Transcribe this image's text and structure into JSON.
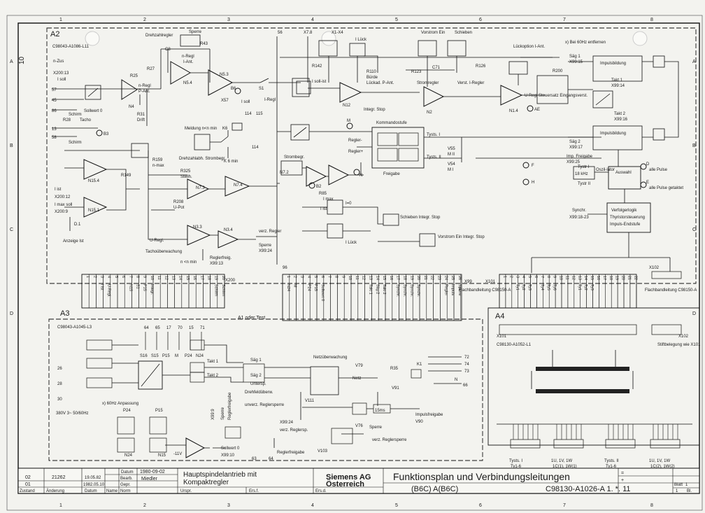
{
  "frame": {
    "col_numbers": [
      "1",
      "2",
      "3",
      "4",
      "5",
      "6",
      "7",
      "8"
    ],
    "row_letters": [
      "A",
      "B",
      "C",
      "D"
    ],
    "side_number": "10"
  },
  "sections": {
    "a2": "A2",
    "a3": "A3",
    "a4": "A4",
    "a1_or_test": "A1 oder Test"
  },
  "top_left": {
    "ref": "C98043-A1086-L11",
    "n_zus": "n-Zus",
    "x200_13": "X200:13",
    "isoll": "I soll",
    "schirm": "Schirm",
    "tacho": "Tacho",
    "anzeige_ist": "Anzeige Ist",
    "n15_4": "N15.4",
    "n15_1": "N15.1",
    "r149": "R149",
    "i_ist": "I ist",
    "x200_12": "X200:12",
    "imax_soll": "I max soll",
    "x200_9": "X200:9",
    "d1": "D.1",
    "b3": "B3",
    "terms": [
      "57",
      "45",
      "86",
      "13",
      "58"
    ],
    "r28": "R28",
    "sollwert0": "Sollwert 0"
  },
  "regler": {
    "drehzahlregler": "Drehzahlregler",
    "sperre": "Sperre",
    "c8": "C8",
    "r43": "R43",
    "n_regl": "n-Regl",
    "i_anteil": "I-Ant.",
    "p_anteil": "P-Ant.",
    "n5_4": "N5.4",
    "n5_3": "N5.3",
    "b6": "B6",
    "s1": "S1",
    "x57": "X57",
    "isoll": "I soll",
    "i_regl": "I-Regl",
    "r25": "R25",
    "r27": "R27",
    "n4": "N4",
    "r31": "R31",
    "drift": "Drift",
    "meldung": "Meldung n<n min",
    "k6": "K6",
    "r159": "R159",
    "n_max": "n-max",
    "drehzahlabh": "Drehzahlabh. Strombegr.",
    "r325": "R325",
    "steilh": "Steilh.",
    "r208": "R208",
    "u_pot": "U-Pot",
    "n7_3": "N7.3",
    "n7_4": "N7.4",
    "n3_3": "N3.3",
    "n3_4": "N3.4",
    "u_regl": "U-Regl.",
    "tacho_ueb": "Tachoüberwachung",
    "n_nmin": "n <n min",
    "verz_regler": "verz. Regler",
    "sperre2": "Sperre",
    "x99_24": "X99:24",
    "reglerfreig": "Reglerfreig.",
    "x99_13": "X99:13",
    "t114": "114",
    "t115": "115",
    "kmin": "K 6 min"
  },
  "strom": {
    "t56": "56",
    "x7_8": "X7.8",
    "x1_x4": "X1-X4",
    "luck": "I Lück",
    "r142": "R142",
    "isoll_ist": "I soll-ist",
    "r110": "R110",
    "burde": "Bürde",
    "lueckad": "Lückad. P-Ant.",
    "n12": "N12",
    "integr_stop": "Integr. Stop",
    "r123": "R123",
    "c71": "C71",
    "stromregler": "Stromregler",
    "verst_iregler": "Verst. I-Regler",
    "n2": "N2",
    "vorstrom_ein": "Vorstrom Ein",
    "schieben": "Schieben",
    "lueckoption": "Lückoption I-Ant.",
    "r126": "R126",
    "u_regl": "U Regl",
    "ae": "AE",
    "n1_4": "N1.4",
    "strombegr": "Strombegr.",
    "n7_2": "N7.2",
    "r85": "R85",
    "imax": "I max",
    "b2": "B2",
    "i0": "I=0",
    "ist": "I ist",
    "iluck": "I Lück",
    "schieben_integr": "Schieben Integr. Stop",
    "vorstrom_integr": "Vorstrom Ein Integr. Stop",
    "t96": "96",
    "n": "N",
    "m": "M",
    "kommandostufe": "Kommandostufe",
    "regler_minus": "Regler-",
    "regler_plus": "Regler+",
    "freigabe": "Freigabe",
    "tysts_1": "Tysts. I",
    "tysts_2": "Tysts. II",
    "v55": "V55",
    "mii": "M II",
    "v54": "V54",
    "mi": "M I"
  },
  "impuls": {
    "note": "x) Bei 60Hz entfernen",
    "r200": "R200",
    "steuersatz": "Steuersatz Eingangsverst.",
    "sag1": "Säg 1",
    "x99_15": "X99:15",
    "impulsbildung1": "Impulsbildung",
    "takt1": "Takt 1",
    "x99_14": "X99:14",
    "takt2": "Takt 2",
    "x99_16": "X99:16",
    "sag2": "Säg 2",
    "x99_17": "X99:17",
    "impulsbildung2": "Impulsbildung",
    "imp_freigabe": "Imp. Freigabe",
    "x99_25": "X99:25",
    "oszillator": "Oszil-lator",
    "osz_freq": "18 kHz",
    "auswahl": "Auswahl",
    "alle_pulse": "alle Pulse",
    "alle_pulse_getaktet": "alle Pulse getaktet",
    "tystr1": "Tystr I",
    "tystr2": "Tystr II",
    "f": "F",
    "h": "H",
    "d": "D",
    "e": "E",
    "synchr": "Synchr.",
    "x99_18": "X99:18-23",
    "verfolger": "Verfolgerlogik",
    "thyristor": "Thyristorsteuerung",
    "impuls_endstufe": "Impuls-Endstufe",
    "x102": "X102"
  },
  "bus": {
    "x200": "X200",
    "x99": "X99",
    "x101": "X101",
    "x102": "X102",
    "flachband1": "Flachbandleitung C98150-A",
    "flachband2": "Flachbandleitung C98150-A",
    "x200_pins": [
      "1",
      "2",
      "3",
      "4",
      "5",
      "6",
      "7",
      "8",
      "9",
      "10",
      "11",
      "12",
      "13",
      "14",
      "15",
      "16",
      "17",
      "18",
      "19",
      "20"
    ],
    "x200_labels": [
      "",
      "",
      "I ist",
      "U-Regl.",
      "",
      "",
      "N15",
      "S1",
      "P15",
      "Integr.",
      "",
      "",
      "",
      "",
      "",
      "",
      "",
      "",
      "Schirm",
      "Schirm"
    ],
    "x99_pins": [
      "1",
      "2",
      "3",
      "4",
      "5",
      "6",
      "7",
      "8",
      "9",
      "10",
      "11",
      "12",
      "13",
      "14",
      "15",
      "16",
      "17",
      "18",
      "19",
      "20",
      "21",
      "22",
      "23",
      "24",
      "25",
      "26"
    ],
    "x99_labels": [
      "N24",
      "M",
      "",
      "P24",
      "P15",
      "Sollwert 0",
      "",
      "",
      "",
      "",
      "",
      "",
      "Takt 1",
      "Säg 2",
      "Takt 2",
      "",
      "Synchr.",
      "Synchr.",
      "Synchr.",
      "Synchr.",
      "",
      "",
      "",
      "Regler",
      "Impuls",
      "Sperre"
    ],
    "x101_pins": [
      "1",
      "2",
      "3",
      "4",
      "5",
      "6",
      "7",
      "8",
      "9",
      "10",
      "11",
      "12",
      "13",
      "14",
      "15",
      "16",
      "17",
      "18",
      "19",
      "20",
      "21",
      "22"
    ],
    "x101_labels": [
      "",
      "",
      "Ty1",
      "Ty2",
      "Ty3",
      "",
      "Ty4",
      "Ty5",
      "Ty6",
      "",
      "",
      "",
      "Ty1",
      "Ty2",
      "Ty3",
      "",
      "",
      "",
      "",
      "",
      "",
      ""
    ]
  },
  "a3": {
    "ref": "C98043-A1045-L3",
    "terms_top": [
      "64",
      "65",
      "17",
      "70",
      "15",
      "71"
    ],
    "pin_labels": [
      "S16",
      "S15",
      "P15",
      "M",
      "P24",
      "N24"
    ],
    "t26": "26",
    "t28": "28",
    "t30": "30",
    "anpassung": "x) 60Hz Anpassung",
    "netz": "380V 3~ 50/60Hz",
    "p24": "P24",
    "p15": "P15",
    "n24": "N24",
    "n15": "N15",
    "m11": "-11V",
    "takt1": "Takt 1",
    "takt2": "Takt 2",
    "sag1": "Säg 1",
    "sag2": "Säg 2",
    "untersp": "Untersp.",
    "drehfeld": "Drehfeldüberw.",
    "unverz": "unverz. Reglersperre",
    "netzueb": "Netzüberwachung",
    "v79": "V79",
    "netz_lbl": "Netz",
    "v111": "V111",
    "r35": "R35",
    "k1": "K1",
    "v91": "V91",
    "t72": "72",
    "t74": "74",
    "t73": "73",
    "t66": "66",
    "n_lbl": "N",
    "ms15": "15ms",
    "impulsfreigabe": "Impulsfreigabe",
    "v90": "V90",
    "v76": "V76",
    "sperre": "Sperre",
    "x99_24": "X99:24",
    "verz_reglersp": "verz. Reglersp.",
    "verz_reglersperre": "verz. Reglersperre",
    "v103": "V103",
    "sollwert0": "Sollwert 0",
    "x99_10": "X99:10",
    "reglerfreigabe": "Reglerfreigabe",
    "sperre_lbl": "Sperre",
    "reglerfreigabe_v": "Reglerfreigabe",
    "x99_9": "X99:9",
    "t63": "63",
    "t64": "64"
  },
  "a4": {
    "x101": "X101",
    "ref": "C98130-A1052-L1",
    "x102": "X102",
    "stiftbelegung": "Stiftbelegung wie X101",
    "out1_top": "Tysts. I",
    "out1_bot": "Ty1-6",
    "out2_top": "1U, 1V, 1W",
    "out2_bot": "1C(1), 1W(1)",
    "out3_top": "Tysts. II",
    "out3_bot": "Ty1-6",
    "out4_top": "1U, 1V, 1W",
    "out4_bot": "1C(2), 1W(2)"
  },
  "title_block": {
    "rev_rows": [
      {
        "rev": "02",
        "change": "21262",
        "date": "19.05.82",
        "name": ""
      },
      {
        "rev": "01",
        "change": "",
        "date": "1982.05.10",
        "name": ""
      }
    ],
    "col_zustand": "Zustand",
    "col_aenderung": "Änderung",
    "col_datum": "Datum",
    "col_name": "Name",
    "hdr_datum": "Datum",
    "datum_value": "1980-09-02",
    "bearb": "Bearb.",
    "bearb_name": "Miedler",
    "gepr": "Gepr.",
    "norm": "Norm",
    "title_line1": "Hauptspindelantrieb mit",
    "title_line2": "Kompaktregler",
    "urspr": "Urspr.",
    "ers_f": "Ers.f.",
    "ers_d": "Ers.d.",
    "company_line1": "Siemens AG",
    "company_line2": "Österreich",
    "doc_title": "Funktionsplan und Verbindungsleitungen",
    "doc_sub": "(B6C) A(B6C)",
    "doc_number": "C98130-A1026-A  1. *.  11",
    "blatt": "Blatt",
    "blatt_num": "1",
    "bl_count": "1",
    "bl_suffix": "Bl.",
    "plus_sign": "+",
    "eq_sign": "="
  }
}
